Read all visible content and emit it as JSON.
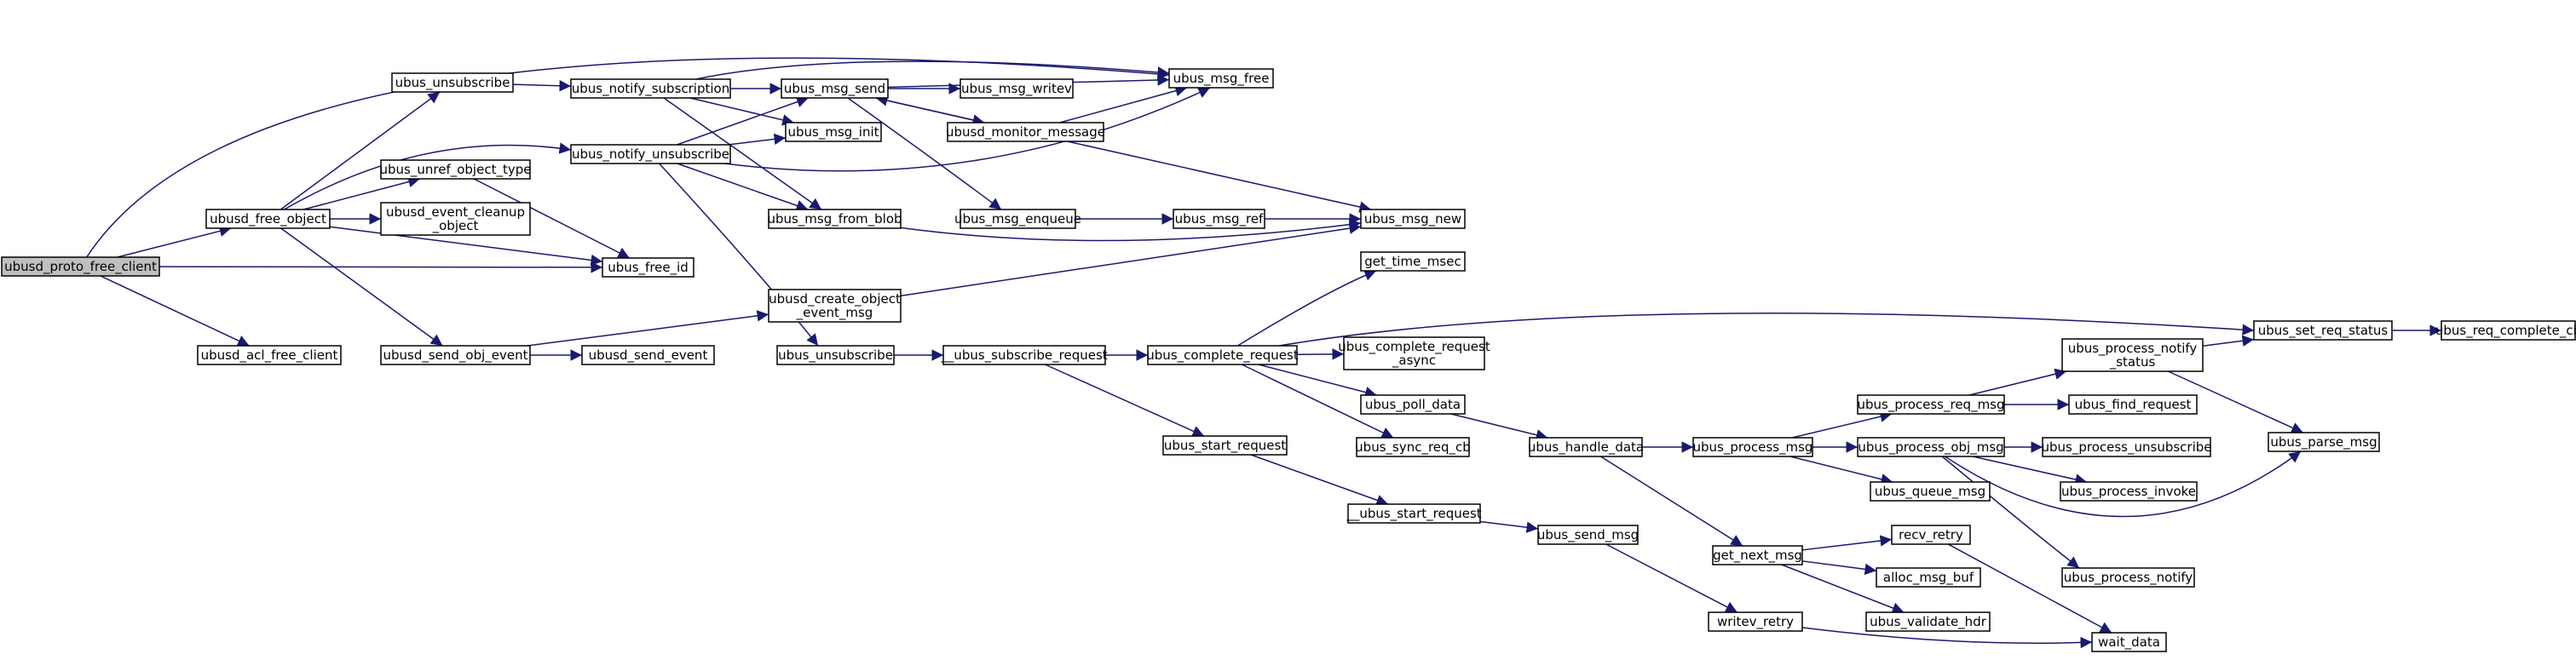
{
  "colors": {
    "edge": "#191970",
    "node_border": "#000000",
    "node_border_unresolved": "#ff0000",
    "root_fill": "#bfbfbf",
    "node_fill": "#ffffff"
  },
  "nodes": [
    {
      "id": "n_ubusd_proto_free_client",
      "label": "ubusd_proto_free_client",
      "root": true
    },
    {
      "id": "n_ubusd_free_object",
      "label": "ubusd_free_object"
    },
    {
      "id": "n_ubusd_acl_free_client",
      "label": "ubusd_acl_free_client"
    },
    {
      "id": "n_ubus_unsubscribe",
      "label": "ubus_unsubscribe"
    },
    {
      "id": "n_ubus_unref_object_type",
      "label": "ubus_unref_object_type"
    },
    {
      "id": "n_ubusd_event_cleanup_object",
      "label": "ubusd_event_cleanup\n_object"
    },
    {
      "id": "n_ubusd_send_obj_event",
      "label": "ubusd_send_obj_event"
    },
    {
      "id": "n_ubus_notify_subscription",
      "label": "ubus_notify_subscription"
    },
    {
      "id": "n_ubus_notify_unsubscribe",
      "label": "ubus_notify_unsubscribe"
    },
    {
      "id": "n_ubus_free_id",
      "label": "ubus_free_id"
    },
    {
      "id": "n_ubusd_create_object_event_msg",
      "label": "ubusd_create_object\n_event_msg"
    },
    {
      "id": "n_ubusd_send_event",
      "label": "ubusd_send_event"
    },
    {
      "id": "n_ubus_msg_send",
      "label": "ubus_msg_send"
    },
    {
      "id": "n_ubus_msg_init",
      "label": "ubus_msg_init"
    },
    {
      "id": "n_ubus_msg_from_blob",
      "label": "ubus_msg_from_blob"
    },
    {
      "id": "n_ubus_unsubscribe2",
      "label": "ubus_unsubscribe"
    },
    {
      "id": "n_ubus_msg_writev",
      "label": "ubus_msg_writev"
    },
    {
      "id": "n_ubusd_monitor_message",
      "label": "ubusd_monitor_message"
    },
    {
      "id": "n_ubus_msg_enqueue",
      "label": "ubus_msg_enqueue"
    },
    {
      "id": "n___ubus_subscribe_request",
      "label": "__ubus_subscribe_request"
    },
    {
      "id": "n_ubus_msg_free",
      "label": "ubus_msg_free"
    },
    {
      "id": "n_ubus_msg_ref",
      "label": "ubus_msg_ref"
    },
    {
      "id": "n_ubus_msg_new",
      "label": "ubus_msg_new"
    },
    {
      "id": "n_ubus_complete_request",
      "label": "ubus_complete_request"
    },
    {
      "id": "n_ubus_start_request",
      "label": "ubus_start_request"
    },
    {
      "id": "n___ubus_start_request",
      "label": "__ubus_start_request"
    },
    {
      "id": "n_get_time_msec",
      "label": "get_time_msec"
    },
    {
      "id": "n_ubus_complete_request_async",
      "label": "ubus_complete_request\n_async"
    },
    {
      "id": "n_ubus_poll_data",
      "label": "ubus_poll_data"
    },
    {
      "id": "n_ubus_sync_req_cb",
      "label": "ubus_sync_req_cb"
    },
    {
      "id": "n_ubus_handle_data",
      "label": "ubus_handle_data"
    },
    {
      "id": "n_ubus_send_msg",
      "label": "ubus_send_msg"
    },
    {
      "id": "n_ubus_process_msg",
      "label": "ubus_process_msg"
    },
    {
      "id": "n_get_next_msg",
      "label": "get_next_msg"
    },
    {
      "id": "n_writev_retry",
      "label": "writev_retry"
    },
    {
      "id": "n_ubus_process_req_msg",
      "label": "ubus_process_req_msg",
      "red": true
    },
    {
      "id": "n_ubus_process_obj_msg",
      "label": "ubus_process_obj_msg"
    },
    {
      "id": "n_ubus_queue_msg",
      "label": "ubus_queue_msg"
    },
    {
      "id": "n_recv_retry",
      "label": "recv_retry"
    },
    {
      "id": "n_alloc_msg_buf",
      "label": "alloc_msg_buf"
    },
    {
      "id": "n_ubus_validate_hdr",
      "label": "ubus_validate_hdr"
    },
    {
      "id": "n_ubus_process_notify_status",
      "label": "ubus_process_notify\n_status",
      "red": true
    },
    {
      "id": "n_ubus_find_request",
      "label": "ubus_find_request",
      "red": true
    },
    {
      "id": "n_ubus_process_unsubscribe",
      "label": "ubus_process_unsubscribe"
    },
    {
      "id": "n_ubus_process_invoke",
      "label": "ubus_process_invoke",
      "red": true
    },
    {
      "id": "n_ubus_process_notify",
      "label": "ubus_process_notify"
    },
    {
      "id": "n_wait_data",
      "label": "wait_data"
    },
    {
      "id": "n_ubus_set_req_status",
      "label": "ubus_set_req_status"
    },
    {
      "id": "n_ubus_parse_msg",
      "label": "ubus_parse_msg"
    },
    {
      "id": "n_ubus_req_complete_cb",
      "label": "ubus_req_complete_cb"
    }
  ]
}
